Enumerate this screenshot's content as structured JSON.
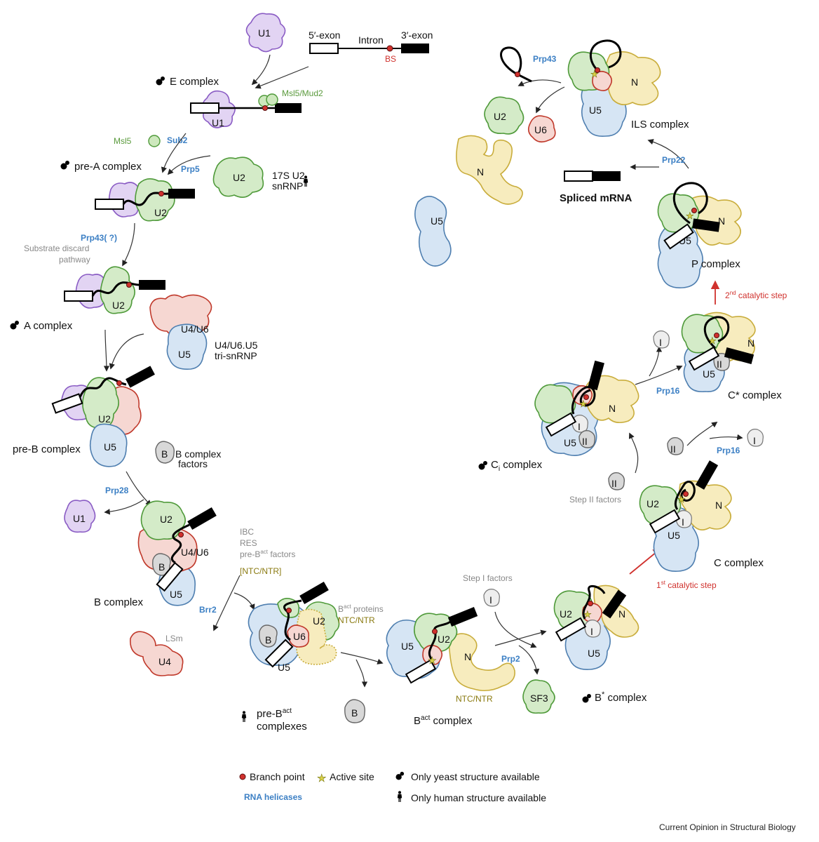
{
  "labels": {
    "u1": "U1",
    "u2": "U2",
    "u5": "U5",
    "u4u6": "U4/U6",
    "u6": "U6",
    "u4": "U4",
    "n": "N",
    "b": "B",
    "i": "I",
    "ii": "II",
    "sf3": "SF3",
    "exon5": "5′-exon",
    "intron": "Intron",
    "exon3": "3′-exon",
    "bs": "BS"
  },
  "complexes": {
    "e": "E complex",
    "prea": "pre-A complex",
    "a": "A complex",
    "preb": "pre-B complex",
    "b": "B complex",
    "prebact_1": "pre-B",
    "prebact_sup": "act",
    "prebact_2": "complexes",
    "bact": "B",
    "bact_sup": "act",
    "bact_2": " complex",
    "bstar": "B",
    "bstar_sup": "*",
    "bstar_2": " complex",
    "c": "C complex",
    "ci": "C",
    "ci_sub": "i",
    "ci_2": " complex",
    "cstar": "C* complex",
    "p": "P complex",
    "ils": "ILS complex",
    "mrna": "Spliced mRNA"
  },
  "factors": {
    "msl5mud2": "Msl5/Mud2",
    "msl5": "Msl5",
    "u2snrnp_1": "17S U2",
    "u2snrnp_2": "snRNP",
    "discard_1": "Substrate discard",
    "discard_2": "pathway",
    "trisnrnp_1": "U4/U6.U5",
    "trisnrnp_2": "tri-snRNP",
    "bfactors_1": "B complex",
    "bfactors_2": "factors",
    "ibc": "IBC",
    "res": "RES",
    "prebact_f_1": "pre-B",
    "prebact_f_sup": "act",
    "prebact_f_2": " factors",
    "ntcntr_br": "[NTC/NTR]",
    "lsm": "LSm",
    "bact_proteins_1": "B",
    "bact_proteins_sup": "act",
    "bact_proteins_2": " proteins",
    "ntcntr": "NTC/NTR",
    "ntcntr2": "NTC/NTR",
    "step1": "Step I factors",
    "step2": "Step II factors",
    "cat1_1": "1",
    "cat1_sup": "st",
    "cat1_2": " catalytic step",
    "cat2_1": "2",
    "cat2_sup": "nd",
    "cat2_2": " catalytic step"
  },
  "helicases": {
    "sub2": "Sub2",
    "prp5": "Prp5",
    "prp43q": "Prp43( ?)",
    "prp28": "Prp28",
    "brr2": "Brr2",
    "prp2": "Prp2",
    "prp16a": "Prp16",
    "prp16b": "Prp16",
    "prp22": "Prp22",
    "prp43": "Prp43"
  },
  "legend": {
    "branch_point": "Branch point",
    "active_site": "Active site",
    "yeast": "Only yeast structure available",
    "rna_helicases": "RNA helicases",
    "human": "Only human structure available"
  },
  "footer": "Current Opinion in Structural Biology",
  "colors": {
    "u1": "#8a5cc4",
    "u2": "#4f9a3a",
    "u5": "#4f7fb0",
    "u46": "#c0392b",
    "n": "#c9ad3c",
    "helicase": "#3b7fc4",
    "catalytic": "#d0312d"
  },
  "icons": [
    "yeast-icon",
    "human-icon",
    "branch-point-icon",
    "active-site-star-icon"
  ]
}
